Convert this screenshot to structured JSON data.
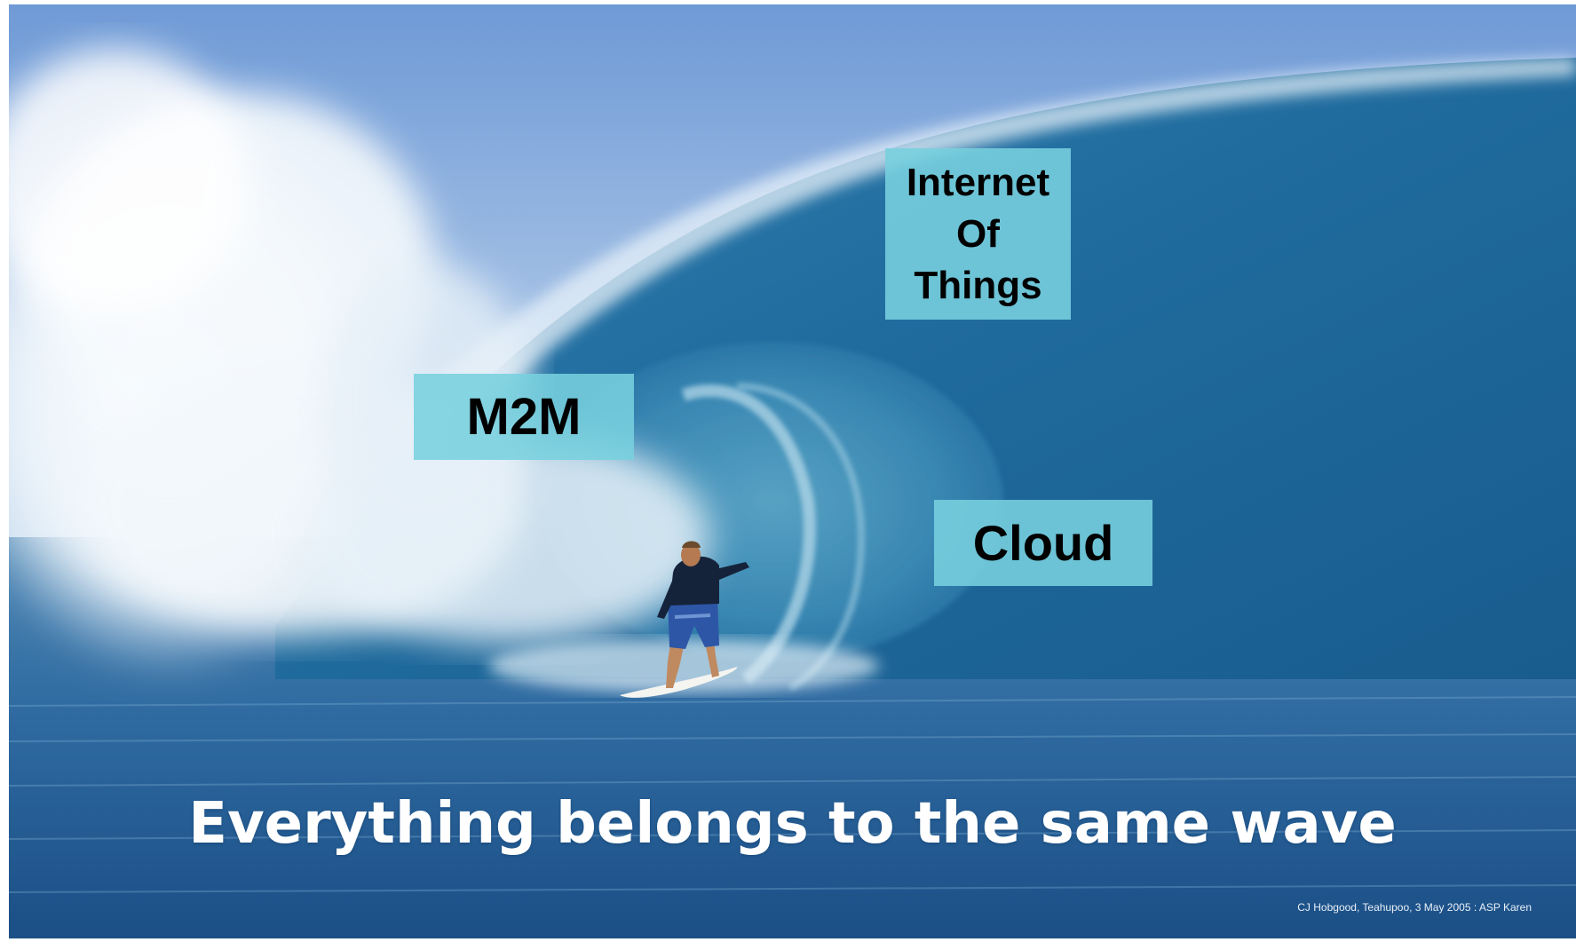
{
  "labels": {
    "iot": [
      "Internet",
      "Of",
      "Things"
    ],
    "m2m": "M2M",
    "cloud": "Cloud"
  },
  "tagline": "Everything belongs to the same wave",
  "credit": "CJ Hobgood, Teahupoo, 3 May 2005 : ASP Karen",
  "colors": {
    "label_box": "#78d0de",
    "sky_top": "#6f9fd8",
    "ocean_deep": "#1d5a92",
    "foam": "#f2f7fb",
    "tagline_text": "#ffffff"
  }
}
